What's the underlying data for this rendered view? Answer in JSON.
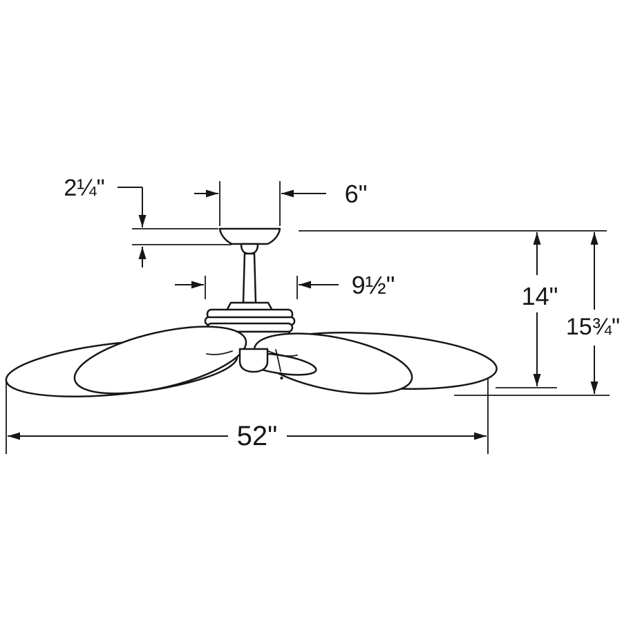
{
  "dimensions": {
    "canopy_height": {
      "label": "2¼\""
    },
    "canopy_width": {
      "label": "6\""
    },
    "motor_width": {
      "label": "9½\""
    },
    "body_height": {
      "label": "14\""
    },
    "total_height": {
      "label": "15¾\""
    },
    "blade_sweep": {
      "label": "52\""
    }
  },
  "colors": {
    "line": "#161616",
    "background": "#ffffff"
  }
}
